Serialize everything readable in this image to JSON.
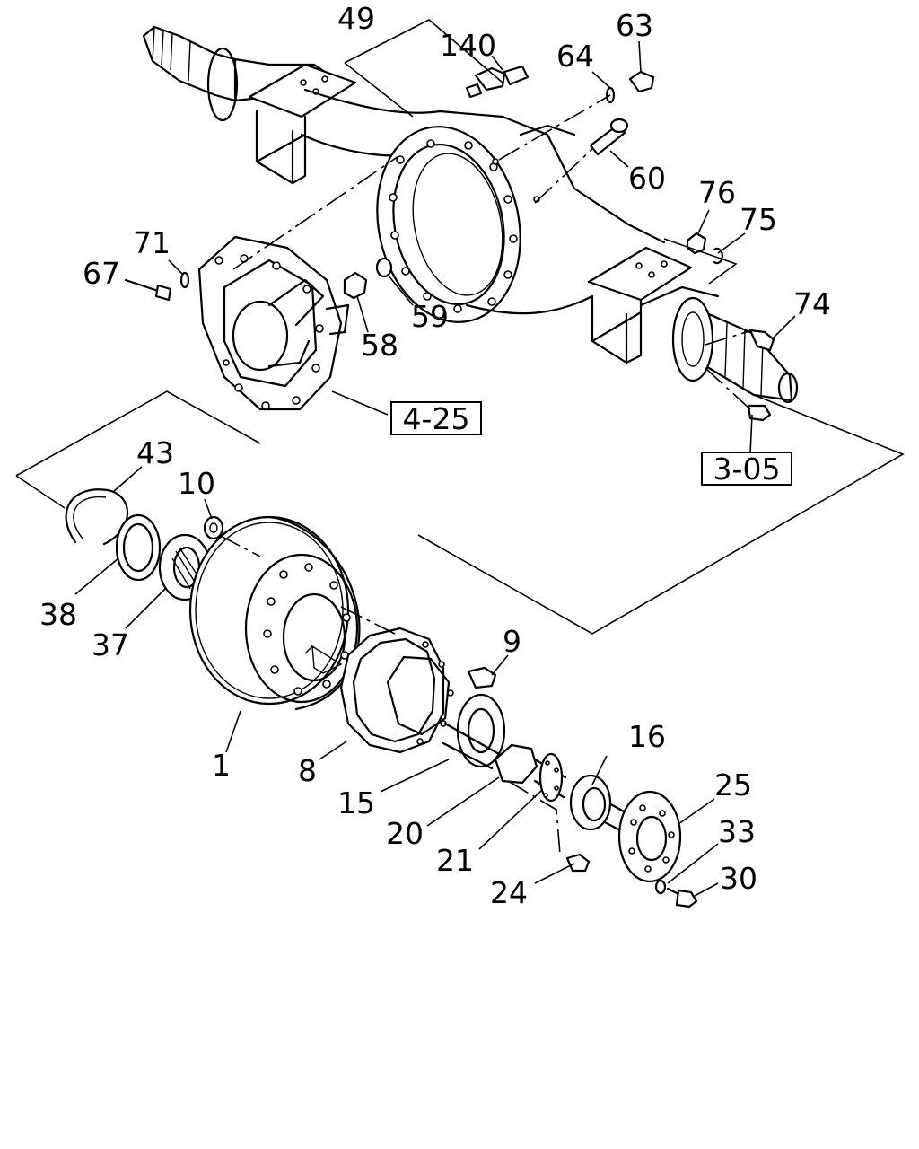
{
  "diagram": {
    "type": "exploded parts diagram",
    "part_labels": [
      "49",
      "140",
      "63",
      "64",
      "60",
      "76",
      "75",
      "74",
      "71",
      "67",
      "58",
      "59",
      "43",
      "10",
      "38",
      "37",
      "9",
      "1",
      "8",
      "16",
      "15",
      "25",
      "20",
      "33",
      "21",
      "30",
      "24"
    ],
    "reference_boxes": [
      "4-25",
      "3-05"
    ]
  }
}
